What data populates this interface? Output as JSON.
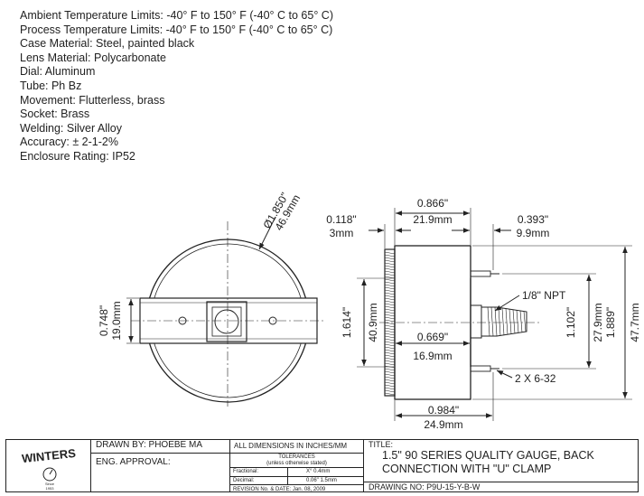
{
  "specs": [
    "Ambient Temperature Limits: -40° F to 150° F (-40° C to 65° C)",
    "Process Temperature Limits: -40° F to 150° F (-40° C to 65° C)",
    "Case Material: Steel, painted black",
    "Lens Material: Polycarbonate",
    "Dial: Aluminum",
    "Tube: Ph Bz",
    "Movement: Flutterless, brass",
    "Socket: Brass",
    "Welding: Silver Alloy",
    "Accuracy: ± 2-1-2%",
    "Enclosure Rating: IP52"
  ],
  "front_view": {
    "diameter_in": "Ø1.850\"",
    "diameter_mm": "46.9mm",
    "clamp_height_in": "0.748\"",
    "clamp_height_mm": "19.0mm"
  },
  "side_view": {
    "lens_in": "0.118\"",
    "lens_mm": "3mm",
    "case_depth_in": "0.866\"",
    "case_depth_mm": "21.9mm",
    "stem_in": "0.393\"",
    "stem_mm": "9.9mm",
    "clamp_width_in": "1.614\"",
    "clamp_width_mm": "40.9mm",
    "socket_offset_in": "0.669\"",
    "socket_offset_mm": "16.9mm",
    "stud_spacing_in": "1.102\"",
    "stud_spacing_mm": "27.9mm",
    "overall_in": "1.889\"",
    "overall_mm": "47.7mm",
    "bottom_in": "0.984\"",
    "bottom_mm": "24.9mm",
    "npt_note": "1/8\" NPT",
    "screw_note": "2 X 6-32"
  },
  "title_block": {
    "logo_text": "WINTERS",
    "logo_since": "Since",
    "logo_year": "1953",
    "drawn_by": "DRAWN BY: PHOEBE MA",
    "eng_approval": "ENG. APPROVAL:",
    "dims_note": "ALL DIMENSIONS IN INCHES/MM",
    "tolerances": "TOLERANCES",
    "tolerances_sub": "(unless otherwise stated)",
    "fractional": "Fractional:",
    "fractional_val": "X° 0.4mm",
    "decimal": "Decimal:",
    "decimal_val": "0.06\" 1.5mm",
    "revision": "REVISION No. & DATE:  Jan. 08, 2009",
    "title_label": "TITLE:",
    "title_line1": "1.5\" 90 SERIES QUALITY GAUGE, BACK",
    "title_line2": "CONNECTION WITH \"U\" CLAMP",
    "drawing_no": "DRAWING NO: P9U-15-Y-B-W"
  }
}
